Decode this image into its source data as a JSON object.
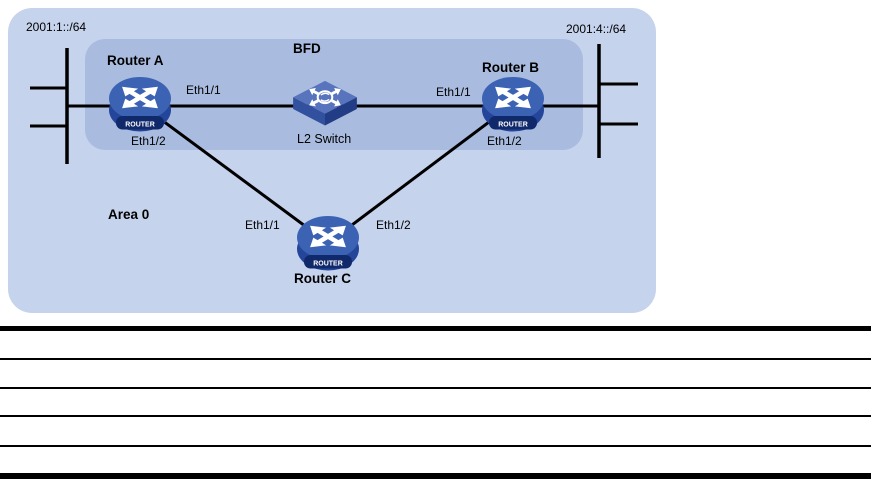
{
  "diagram": {
    "title_label": "BFD",
    "area_label": "Area 0",
    "networks": {
      "left": "2001:1::/64",
      "right": "2001:4::/64"
    },
    "nodes": {
      "router_a": {
        "label": "Router A",
        "if1": "Eth1/1",
        "if2": "Eth1/2"
      },
      "router_b": {
        "label": "Router B",
        "if1": "Eth1/1",
        "if2": "Eth1/2"
      },
      "router_c": {
        "label": "Router C",
        "if1": "Eth1/1",
        "if2": "Eth1/2"
      },
      "l2_switch": {
        "label": "L2 Switch"
      }
    },
    "icon_label": "ROUTER",
    "links": [
      "LAN 2001:1::/64 - Router A",
      "Router A Eth1/1 - L2 Switch",
      "L2 Switch - Router B Eth1/1",
      "Router B - LAN 2001:4::/64",
      "Router A Eth1/2 - Router C Eth1/1",
      "Router B Eth1/2 - Router C Eth1/2"
    ],
    "colors": {
      "area_fill": "#c6d3ed",
      "bfd_fill": "#a9bcdf",
      "router_top": "#3c62b4",
      "router_side": "#24459a",
      "router_band": "#10296b",
      "switch_top": "#5774bd",
      "switch_left": "#31519f",
      "switch_right": "#223d85",
      "line": "#000000"
    }
  },
  "table": {
    "rows": 5
  }
}
